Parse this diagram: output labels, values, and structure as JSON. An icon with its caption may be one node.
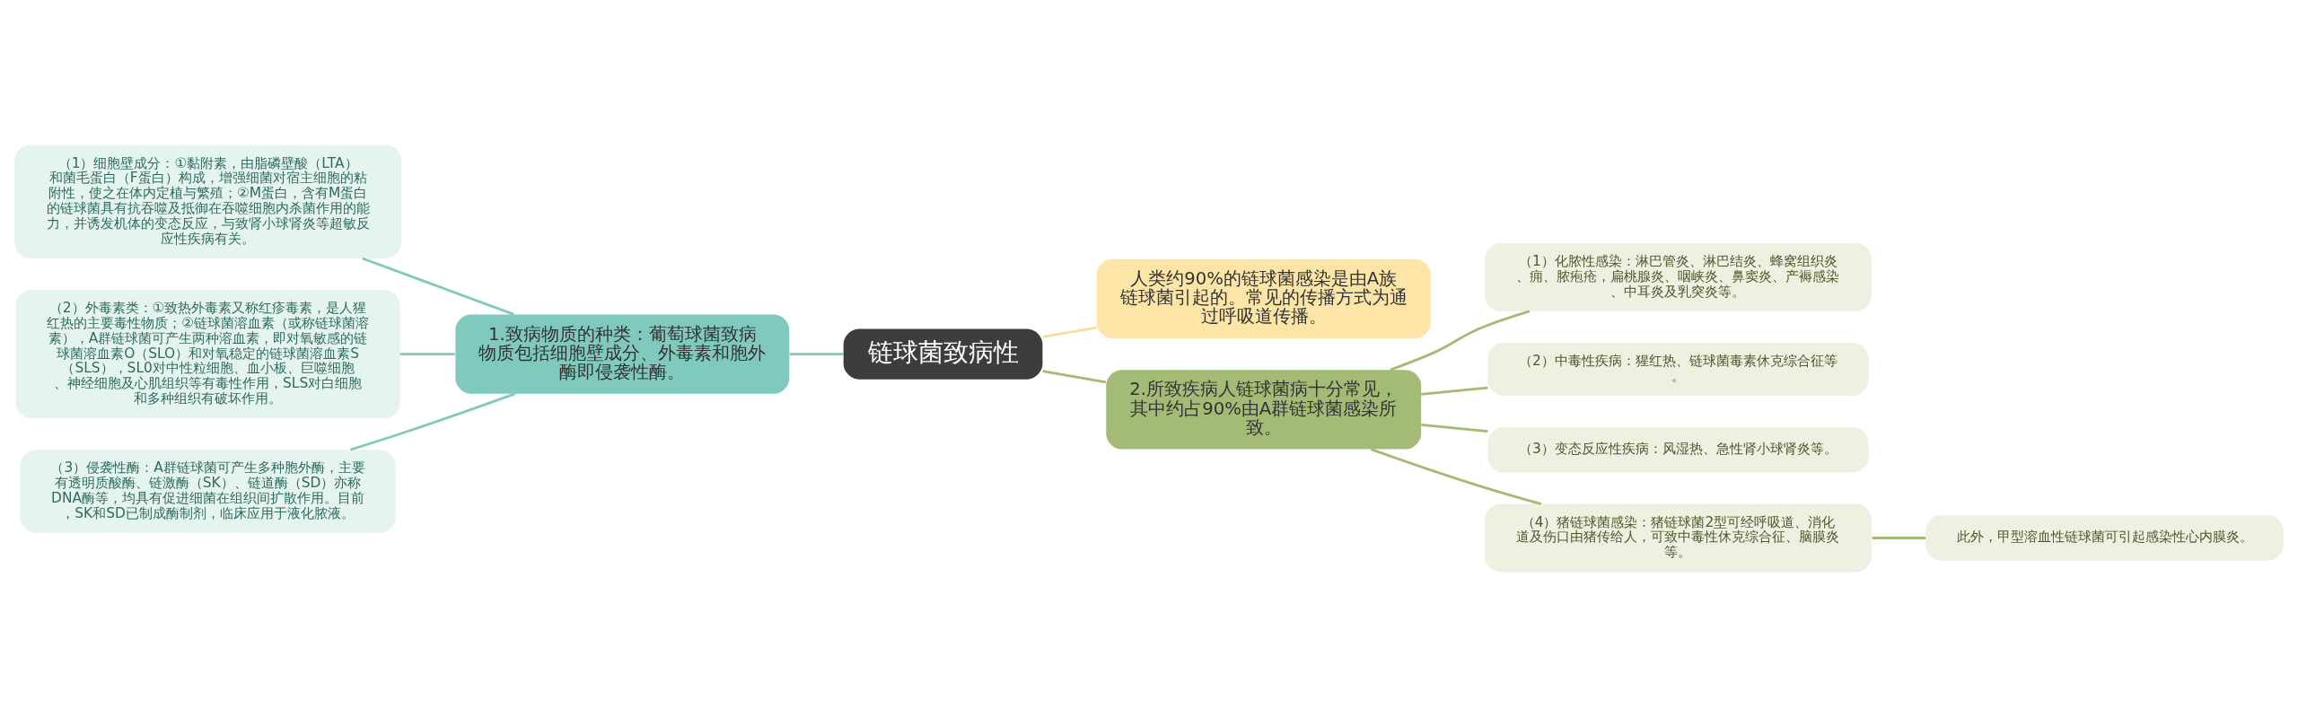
{
  "diagram": {
    "nodes": [
      {
        "text": [
          "链球菌致病性"
        ]
      },
      {
        "text": [
          "人类约90%的链球菌感染是由A族链球菌引起的。常见的传播方式为通过呼吸道传播。"
        ]
      },
      {
        "text": [
          "1.致病物质的种类：葡萄球菌致病物质包括细胞壁成分、外毒素和胞外酶即侵袭性酶。"
        ]
      },
      {
        "text": [
          "2.所致疾病人链球菌病十分常见，其中约占90%由A群链球菌感染所致。"
        ]
      },
      {
        "text": [
          "（1）细胞壁成分：①黏附素，由脂磷壁酸（LTA）和菌毛蛋白（F蛋白）构成，增强细菌对宿主细胞的粘附性，使之在体内定植与繁殖；②M蛋白，含有M蛋白的链球菌具有抗吞噬及抵御在吞噬细胞内杀菌作用的能力，并诱发机体的变态反应，与致肾小球肾炎等超敏反应性疾病有关。"
        ]
      },
      {
        "text": [
          "（2）外毒素类：①致热外毒素又称红疹毒素，是人猩红热的主要毒性物质；②链球菌溶血素（或称链球菌溶素），A群链球菌可产生两种溶血素，即对氧敏感的链球菌溶血素O（SLO）和对氧稳定的链球菌溶血素S（SLS），SL0对中性粒细胞、血小板、巨噬细胞、神经细胞及心肌组织等有毒性作用，SLS对白细胞和多种组织有破坏作用。"
        ]
      },
      {
        "text": [
          "（3）侵袭性酶：A群链球菌可产生多种胞外酶，主要有透明质酸酶、链激酶（SK）、链道酶（SD）亦称DNA酶等，均具有促进细菌在组织间扩散作用。目前，SK和SD已制成酶制剂，临床应用于液化脓液。"
        ]
      },
      {
        "text": [
          "（1）化脓性感染：淋巴管炎、淋巴结炎、蜂窝组织炎、痈、脓疱疮，扁桃腺炎、咽峡炎、鼻窦炎、产褥感染、中耳炎及乳突炎等。"
        ]
      },
      {
        "text": [
          "（2）中毒性疾病：猩红热、链球菌毒素休克综合征等。"
        ]
      },
      {
        "text": [
          "（3）变态反应性疾病：风湿热、急性肾小球肾炎等。"
        ]
      },
      {
        "text": [
          "（4）猪链球菌感染：猪链球菌2型可经呼吸道、消化道及伤口由猪传给人，可致中毒性休克综合征、脑膜炎等。"
        ]
      },
      {
        "text": [
          "此外，甲型溶血性链球菌可引起感染性心内膜炎。"
        ]
      }
    ],
    "edges": [
      {
        "from": 0,
        "to": 1,
        "arrow": "none",
        "color": "#f5dfa0"
      },
      {
        "from": 0,
        "to": 2,
        "arrow": "none",
        "color": "#7fcabc"
      },
      {
        "from": 0,
        "to": 3,
        "arrow": "none"
      },
      {
        "from": 2,
        "to": 4,
        "arrow": "none",
        "color": "#7fcabc"
      },
      {
        "from": 2,
        "to": 5,
        "arrow": "none",
        "color": "#7fcabc"
      },
      {
        "from": 2,
        "to": 6,
        "arrow": "none",
        "color": "#7fcabc"
      },
      {
        "from": 3,
        "to": 7,
        "arrow": "none"
      },
      {
        "from": 3,
        "to": 8,
        "arrow": "none"
      },
      {
        "from": 3,
        "to": 9,
        "arrow": "none"
      },
      {
        "from": 3,
        "to": 10,
        "arrow": "none"
      },
      {
        "from": 10,
        "to": 11,
        "arrow": "none"
      }
    ]
  }
}
